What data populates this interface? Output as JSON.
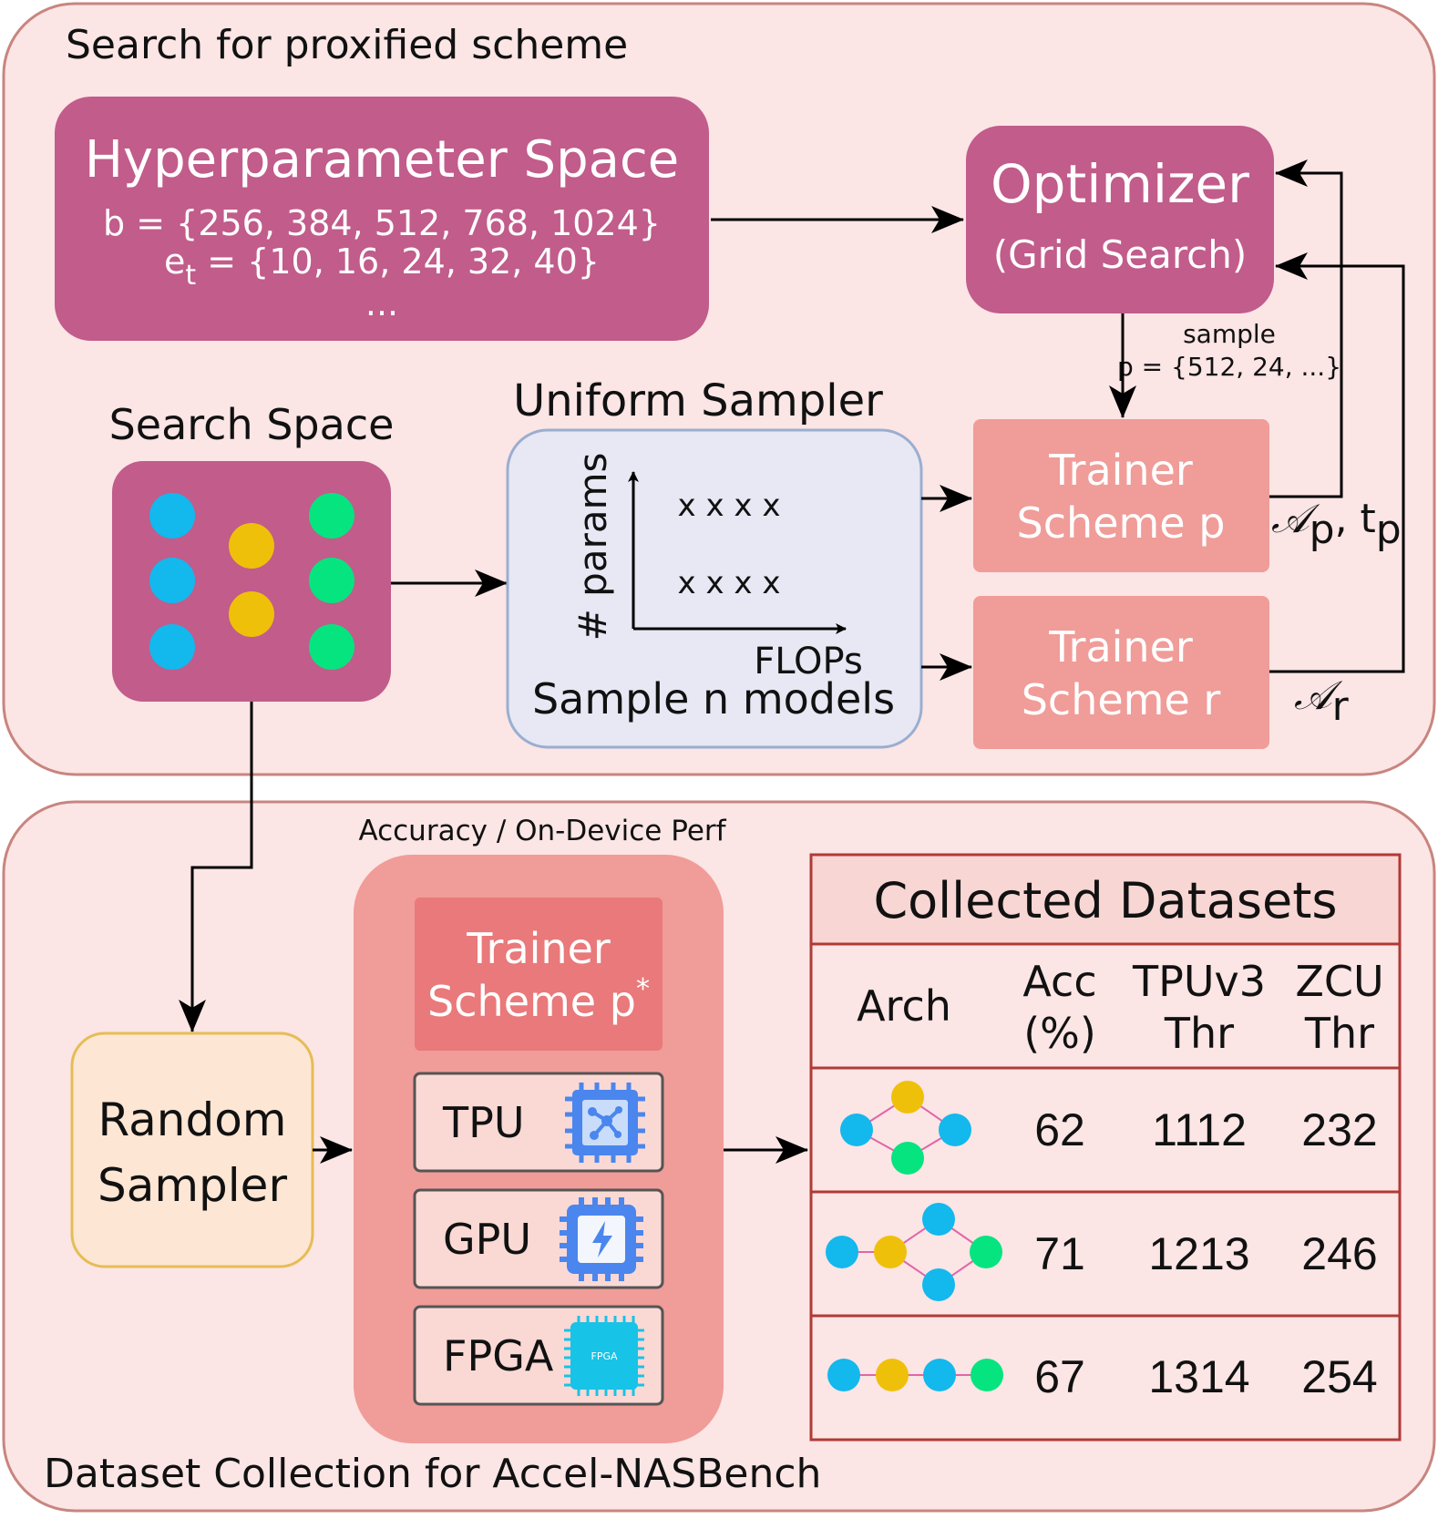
{
  "colors": {
    "panel_fill": "#fbe5e5",
    "panel_stroke": "#c8857f",
    "magenta": "#c15c8b",
    "salmon": "#f09c98",
    "salmon_dark": "#e9797a",
    "lavender": "#e7e8f4",
    "lavender_stroke": "#9aaed0",
    "cream": "#fde6d4",
    "cream_stroke": "#e5bd56",
    "cyan": "#13b8ed",
    "yellow": "#efc00a",
    "green": "#06e47f",
    "table_stroke": "#b03a36",
    "table_header": "#f8d6d4",
    "chip_blue": "#4a86ee"
  },
  "top_panel": {
    "title": "Search for proxified scheme",
    "hyperparameter_space": {
      "title": "Hyperparameter Space",
      "b_line": "b = {256, 384, 512, 768, 1024}",
      "et_prefix": "e",
      "et_sub": "t",
      "et_values": " = {10, 16, 24, 32, 40}",
      "ellipsis": "..."
    },
    "optimizer": {
      "title": "Optimizer",
      "subtitle": "(Grid Search)"
    },
    "sample_label": {
      "line1": "sample",
      "line2": "p = {512, 24, ...}"
    },
    "search_space": {
      "title": "Search Space"
    },
    "uniform_sampler": {
      "title": "Uniform Sampler",
      "y_axis": "# params",
      "x_axis": "FLOPs",
      "row1": "x x x x",
      "row2": "x x x x",
      "caption": "Sample n models"
    },
    "trainer_p": {
      "line1": "Trainer",
      "line2": "Scheme p"
    },
    "trainer_r": {
      "line1": "Trainer",
      "line2": "Scheme r"
    },
    "feedback_p": {
      "a": "𝒜",
      "a_sub": "p",
      "sep": ", t",
      "t_sub": "p"
    },
    "feedback_r": {
      "a": "𝒜",
      "a_sub": "r"
    }
  },
  "bottom_panel": {
    "title": "Dataset Collection for Accel-NASBench",
    "perf_label": "Accuracy / On-Device Perf",
    "random_sampler": {
      "line1": "Random",
      "line2": "Sampler"
    },
    "trainer_star": {
      "line1": "Trainer",
      "line2": "Scheme p",
      "sup": "*"
    },
    "devices": [
      {
        "label": "TPU",
        "icon": "tpu-chip-icon"
      },
      {
        "label": "GPU",
        "icon": "gpu-chip-icon"
      },
      {
        "label": "FPGA",
        "icon": "fpga-chip-icon",
        "chip_text": "FPGA"
      }
    ],
    "table": {
      "title": "Collected Datasets",
      "headers": [
        {
          "line1": "Arch",
          "line2": ""
        },
        {
          "line1": "Acc",
          "line2": "(%)"
        },
        {
          "line1": "TPUv3",
          "line2": "Thr"
        },
        {
          "line1": "ZCU",
          "line2": "Thr"
        }
      ],
      "rows": [
        {
          "acc": "62",
          "tpu": "1112",
          "zcu": "232"
        },
        {
          "acc": "71",
          "tpu": "1213",
          "zcu": "246"
        },
        {
          "acc": "67",
          "tpu": "1314",
          "zcu": "254"
        }
      ]
    }
  }
}
